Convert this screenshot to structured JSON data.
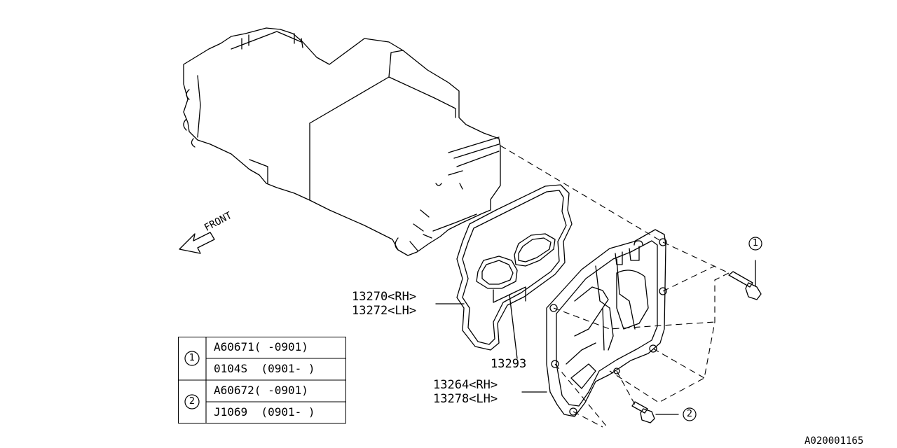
{
  "front_label": "FRONT",
  "callouts": [
    {
      "lines": [
        "13270<RH>",
        "13272<LH>"
      ]
    },
    {
      "lines": [
        "13293"
      ]
    },
    {
      "lines": [
        "13264<RH>",
        "13278<LH>"
      ]
    }
  ],
  "circle_refs": [
    "1",
    "2"
  ],
  "table": {
    "rows": [
      {
        "ref": "1",
        "items": [
          "A60671( -0901)",
          "0104S  (0901- )"
        ]
      },
      {
        "ref": "2",
        "items": [
          "A60672( -0901)",
          "J1069  (0901- )"
        ]
      }
    ]
  },
  "diagram_id": "A020001165"
}
